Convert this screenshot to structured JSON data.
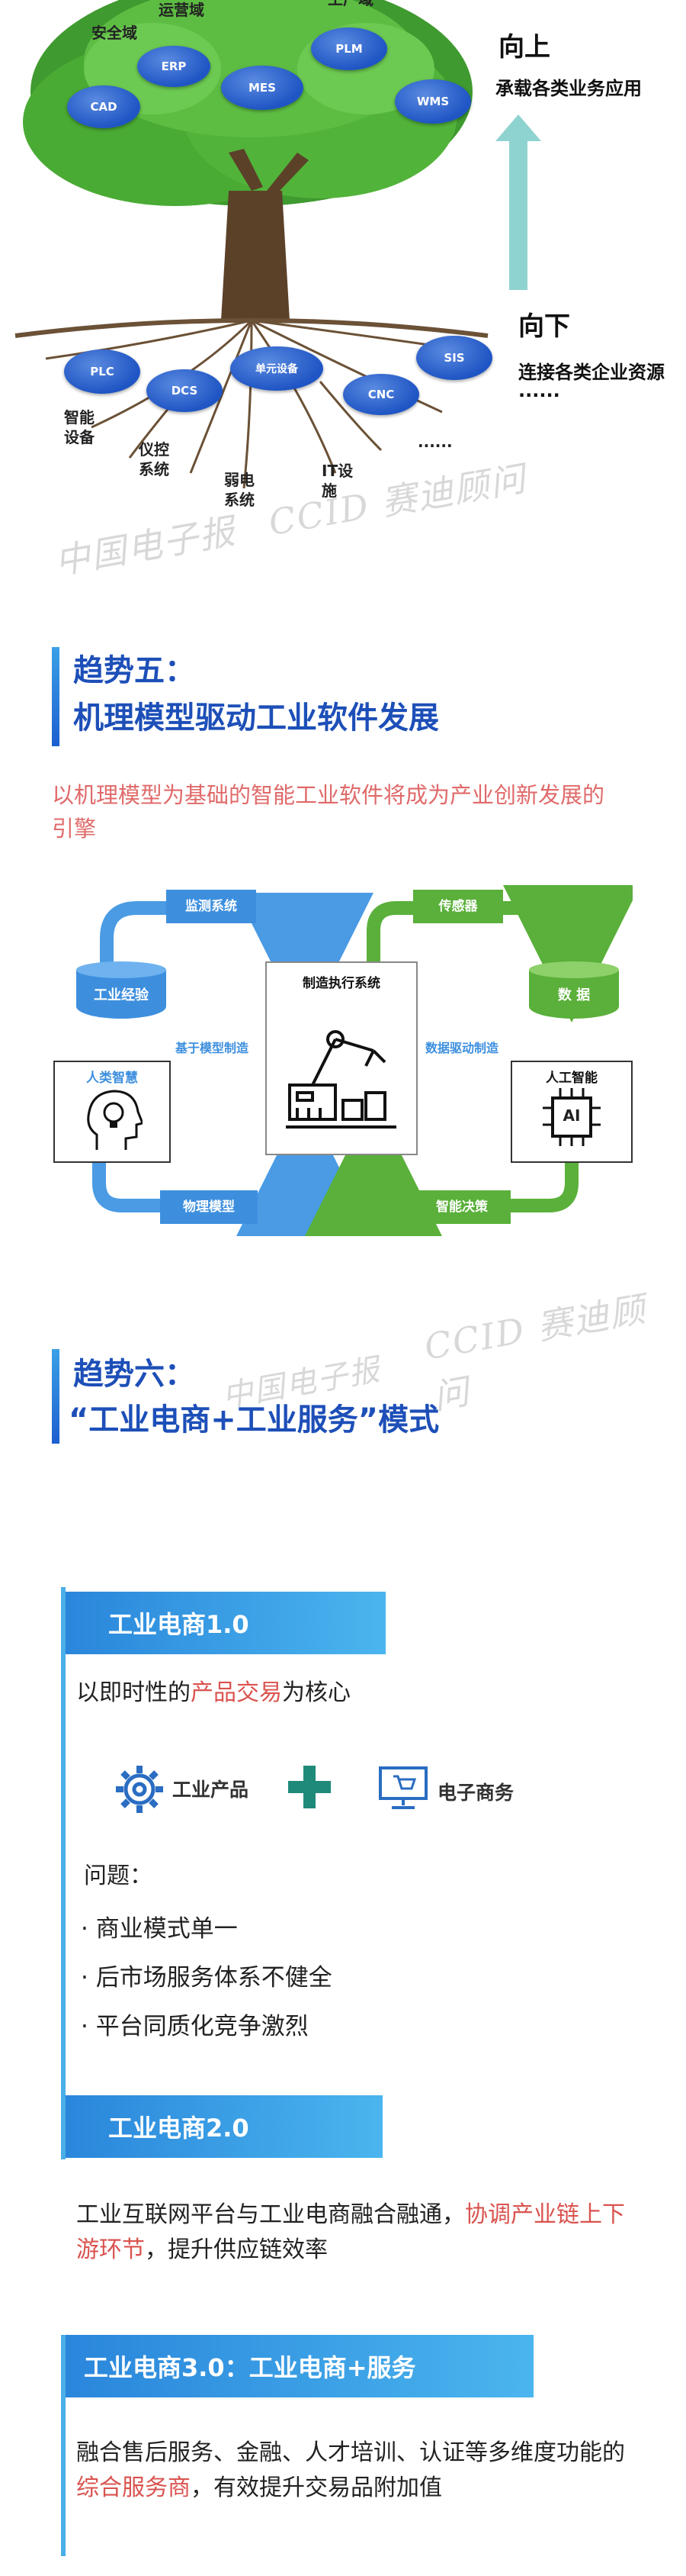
{
  "tree": {
    "crown_nodes": [
      "安全域",
      "运营域",
      "工厂域",
      "CAD",
      "ERP",
      "MES",
      "PLM",
      "WMS"
    ],
    "root_nodes": [
      "PLC",
      "DCS",
      "单元设备",
      "CNC",
      "SIS"
    ],
    "root_labels": [
      "智能设备",
      "仪控系统",
      "弱电系统",
      "IT设施",
      "......"
    ],
    "up": {
      "title": "向上",
      "desc": "承载各类业务应用"
    },
    "down": {
      "title": "向下",
      "desc": "连接各类企业资源",
      "more": "......"
    },
    "watermark_1": "中国电子报",
    "watermark_2": "CCID 赛迪顾问"
  },
  "trend5": {
    "label": "趋势五：",
    "title": "机理模型驱动工业软件发展",
    "subtitle": "以机理模型为基础的智能工业软件将成为产业创新发展的引擎"
  },
  "diagram": {
    "left_top": "监测系统",
    "left_cyl": "工业经验",
    "left_method": "基于模型制造",
    "left_box": "人类智慧",
    "left_bottom": "物理模型",
    "center": "制造执行系统",
    "right_top": "传感器",
    "right_cyl": "数 据",
    "right_method": "数据驱动制造",
    "right_box": "人工智能",
    "right_box_icon": "AI",
    "right_bottom": "智能决策",
    "colors": {
      "blue": "#3d8fde",
      "green": "#5ab03a"
    }
  },
  "trend6": {
    "label": "趋势六：",
    "title": "“工业电商+工业服务”模式",
    "watermark_1": "中国电子报",
    "watermark_2": "CCID 赛迪顾问"
  },
  "ec1": {
    "tag": "工业电商1.0",
    "desc_pre": "以即时性的",
    "desc_red": "产品交易",
    "desc_post": "为核心",
    "item_a": "工业产品",
    "item_b": "电子商务",
    "problems_title": "问题：",
    "problems": [
      "· 商业模式单一",
      "· 后市场服务体系不健全",
      "· 平台同质化竞争激烈"
    ]
  },
  "ec2": {
    "tag": "工业电商2.0",
    "desc_pre": "工业互联网平台与工业电商融合融通，",
    "desc_red": "协调产业链上下游环节",
    "desc_post": "，提升供应链效率"
  },
  "ec3": {
    "tag": "工业电商3.0：工业电商+服务",
    "desc_pre": "融合售后服务、金融、人才培训、认证等多维度功能的",
    "desc_red": "综合服务商",
    "desc_post": "，有效提升交易品附加值"
  }
}
